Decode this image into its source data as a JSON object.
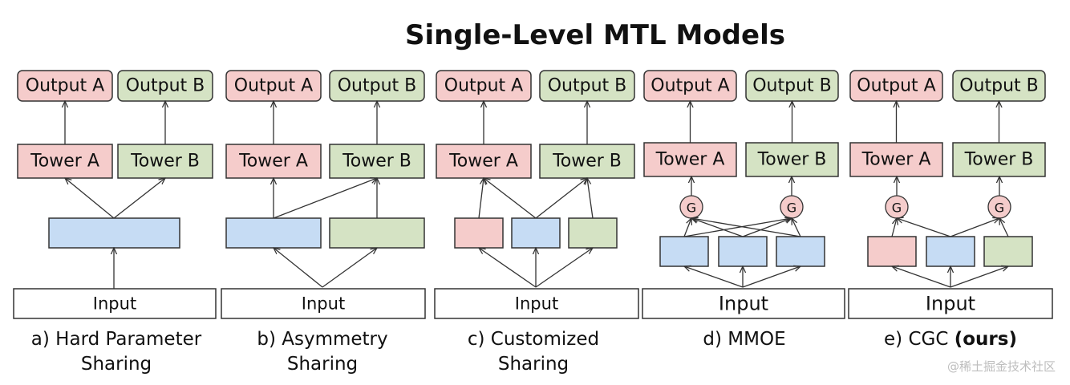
{
  "title": "Single-Level MTL Models",
  "colors": {
    "task_a_fill": "#f5cccb",
    "task_b_fill": "#d5e3c4",
    "shared_fill": "#c6dcf4",
    "gate_fill": "#f5cccb",
    "stroke": "#333333"
  },
  "labels": {
    "output_a": "Output A",
    "output_b": "Output B",
    "tower_a": "Tower A",
    "tower_b": "Tower B",
    "input": "Input",
    "gate": "G"
  },
  "panels": [
    {
      "caption_lines": [
        "a) Hard Parameter",
        "Sharing"
      ],
      "caption_bold": ""
    },
    {
      "caption_lines": [
        "b) Asymmetry",
        "Sharing"
      ],
      "caption_bold": ""
    },
    {
      "caption_lines": [
        "c) Customized",
        "Sharing"
      ],
      "caption_bold": ""
    },
    {
      "caption_lines": [
        "d) MMOE"
      ],
      "caption_bold": ""
    },
    {
      "caption_lines": [
        "e) CGC "
      ],
      "caption_bold": "(ours)"
    }
  ],
  "watermark": "@稀土掘金技术社区"
}
